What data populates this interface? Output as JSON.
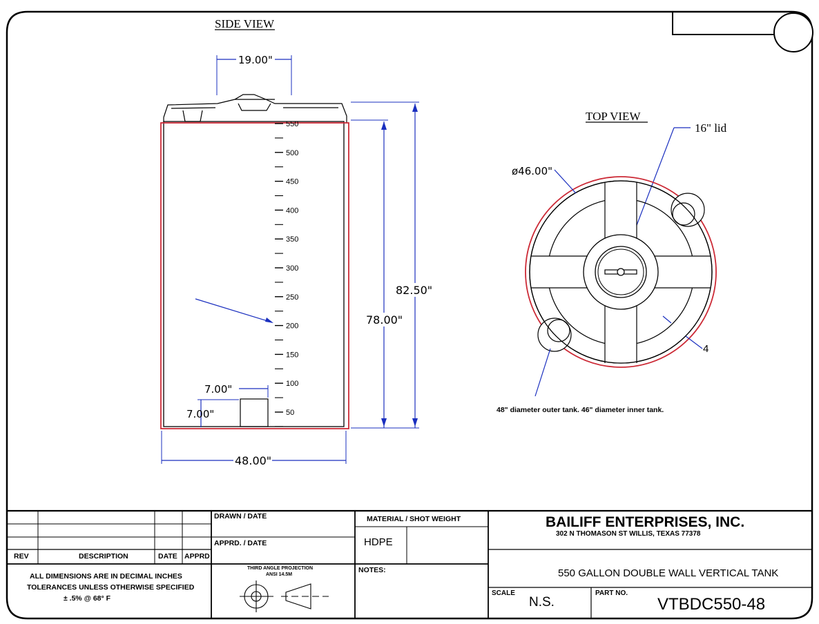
{
  "views": {
    "side_view_title": "SIDE VIEW",
    "top_view_title": "TOP VIEW"
  },
  "dimensions": {
    "lid_width": "19.00\"",
    "height_overall": "82.50\"",
    "height_body": "78.00\"",
    "fitting_width": "7.00\"",
    "fitting_height": "7.00\"",
    "diameter_width": "48.00\"",
    "inner_diameter": "ø46.00\"",
    "wall_gap": "4"
  },
  "gauge_marks": [
    {
      "label": "550",
      "value": 550
    },
    {
      "label": "500",
      "value": 500
    },
    {
      "label": "450",
      "value": 450
    },
    {
      "label": "400",
      "value": 400
    },
    {
      "label": "350",
      "value": 350
    },
    {
      "label": "300",
      "value": 300
    },
    {
      "label": "250",
      "value": 250
    },
    {
      "label": "200",
      "value": 200
    },
    {
      "label": "150",
      "value": 150
    },
    {
      "label": "100",
      "value": 100
    },
    {
      "label": "50",
      "value": 50
    }
  ],
  "annotations": {
    "lid": "16\" lid",
    "tank_note": "48\" diameter outer tank.  46\" diameter inner tank."
  },
  "title_block": {
    "rev": "REV",
    "description": "DESCRIPTION",
    "date": "DATE",
    "apprd": "APPRD",
    "drawn_date": "DRAWN  /  DATE",
    "apprd_date": "APPRD.  /  DATE",
    "material_shot_weight": "MATERIAL  /  SHOT WEIGHT",
    "material": "HDPE",
    "notes": "NOTES:",
    "company": "BAILIFF ENTERPRISES, INC.",
    "address": "302  N  THOMASON  ST  WILLIS,  TEXAS    77378",
    "part_title": "550  GALLON  DOUBLE  WALL  VERTICAL  TANK",
    "scale_label": "SCALE",
    "scale_value": "N.S.",
    "part_no_label": "PART  NO.",
    "part_no": "VTBDC550-48",
    "tolerance_line1": "ALL  DIMENSIONS  ARE  IN  DECIMAL  INCHES",
    "tolerance_line2": "TOLERANCES  UNLESS  OTHERWISE  SPECIFIED",
    "tolerance_line3": "±   .5%  @  68°  F",
    "projection_line1": "THIRD ANGLE PROJECTION",
    "projection_line2": "ANSI 14.5M"
  },
  "colors": {
    "outer_tank": "#cc2a36",
    "dimension": "#1a2fbf",
    "linework": "#000000"
  }
}
